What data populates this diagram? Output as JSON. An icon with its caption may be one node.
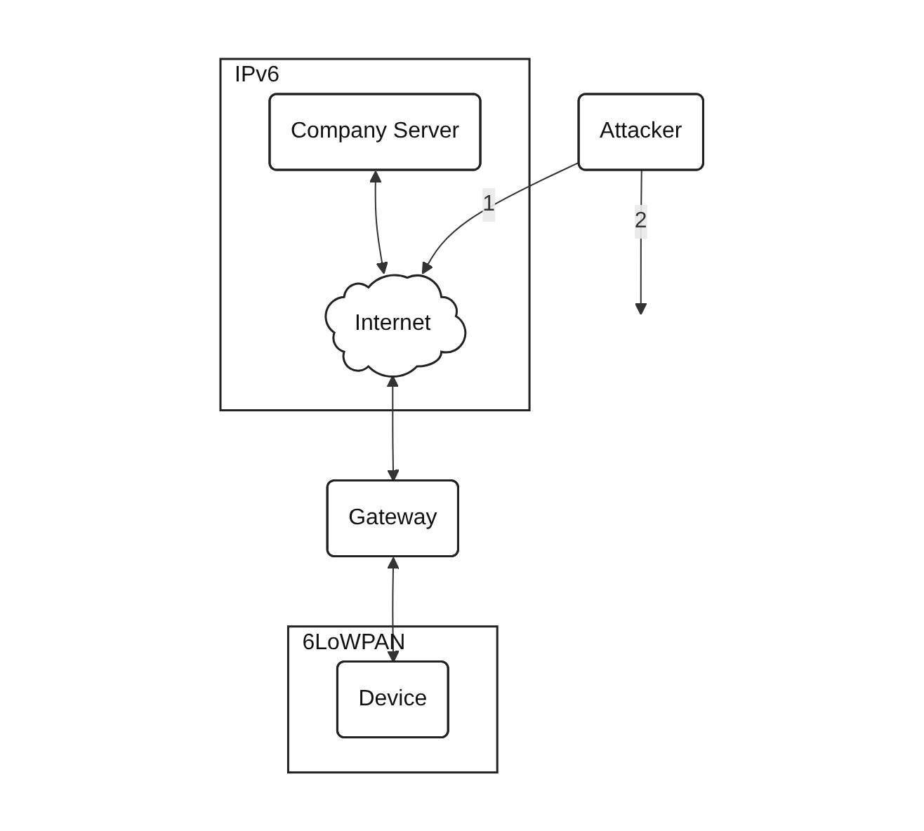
{
  "diagram": {
    "nodes": [
      {
        "text": [
          "IPv6"
        ]
      },
      {
        "text": [
          "Company Server"
        ],
        "in": 0
      },
      {
        "text": [
          "Internet"
        ],
        "in": 0
      },
      {
        "text": [
          "6LoWPAN"
        ]
      },
      {
        "text": [
          "Gateway"
        ]
      },
      {
        "text": [
          "Device"
        ],
        "in": 3
      },
      {
        "text": [
          "Attacker"
        ]
      }
    ],
    "edges": [
      {
        "from": 1,
        "to": 2,
        "arrow": "both"
      },
      {
        "from": 2,
        "to": 4,
        "arrow": "both"
      },
      {
        "from": 4,
        "to": 5,
        "arrow": "both"
      },
      {
        "from": 6,
        "to": 2,
        "arrow": "to",
        "label": "1"
      },
      {
        "from": 6,
        "to": null,
        "arrow": "to",
        "label": "2"
      }
    ]
  }
}
